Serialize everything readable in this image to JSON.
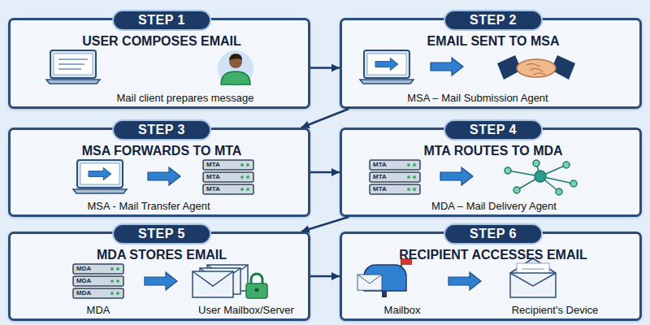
{
  "diagram": {
    "nodes": [
      {
        "text": [
          "STEP 1",
          "USER COMPOSES EMAIL",
          "Mail client prepares message"
        ]
      },
      {
        "text": [
          "STEP 2",
          "EMAIL SENT TO MSA",
          "MSA – Mail Submission Agent"
        ]
      },
      {
        "text": [
          "STEP 3",
          "MSA FORWARDS TO MTA",
          "MSA - Mail Transfer Agent"
        ]
      },
      {
        "text": [
          "STEP 4",
          "MTA ROUTES TO MDA",
          "MDA – Mail Delivery Agent"
        ]
      },
      {
        "text": [
          "STEP 5",
          "MDA STORES EMAIL",
          "MDA",
          "User Mailbox/Server"
        ]
      },
      {
        "text": [
          "STEP 6",
          "RECIPIENT ACCESSES EMAIL",
          "Mailbox",
          "Recipient's Device"
        ]
      }
    ],
    "edges": [
      {
        "from": 0,
        "to": 1,
        "arrow": "to"
      },
      {
        "from": 1,
        "to": 2,
        "arrow": "to"
      },
      {
        "from": 2,
        "to": 3,
        "arrow": "to"
      },
      {
        "from": 3,
        "to": 4,
        "arrow": "to"
      },
      {
        "from": 4,
        "to": 5,
        "arrow": "to"
      }
    ],
    "labels": [
      "MTA",
      "MTA",
      "MTA",
      "MTA",
      "MTA",
      "MTA",
      "MDA",
      "MDA",
      "MDA"
    ]
  }
}
